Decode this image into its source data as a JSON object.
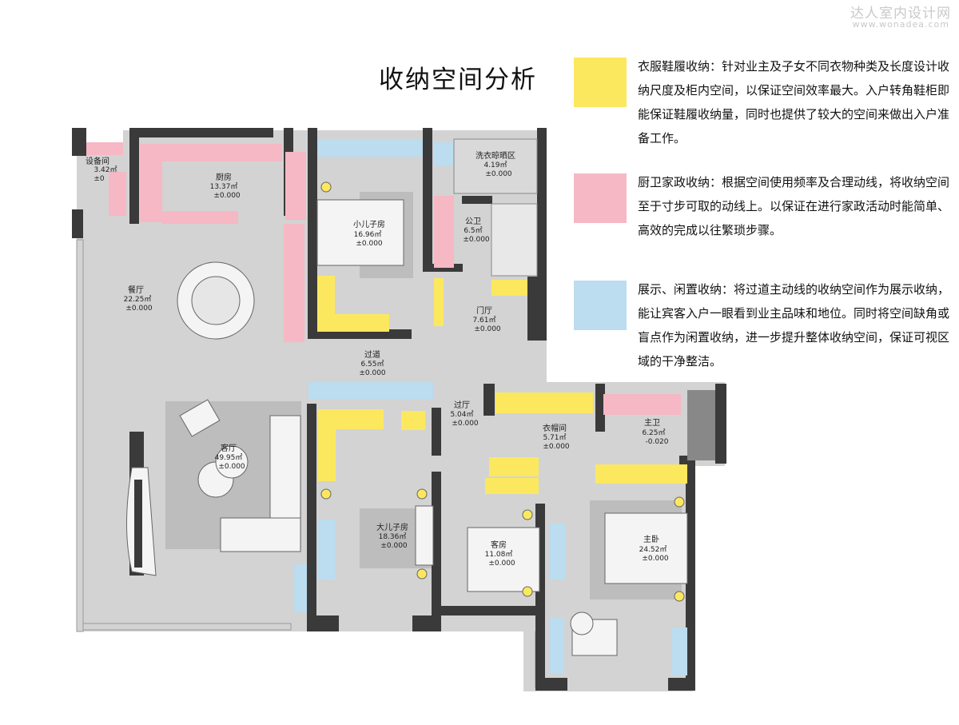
{
  "watermark": {
    "line1": "达人室内设计网",
    "line2": "www.wonadea.com"
  },
  "title": "收纳空间分析",
  "legend": [
    {
      "color": "#fbe85f",
      "name": "swatch-yellow",
      "text": "衣服鞋履收纳：针对业主及子女不同衣物种类及长度设计收纳尺度及柜内空间，以保证空间效率最大。入户转角鞋柜即能保证鞋履收纳量，同时也提供了较大的空间来做出入户准备工作。"
    },
    {
      "color": "#f5b8c4",
      "name": "swatch-pink",
      "text": "厨卫家政收纳：根据空间使用频率及合理动线，将收纳空间至于寸步可取的动线上。以保证在进行家政活动时能简单、高效的完成以往繁琐步骤。"
    },
    {
      "color": "#bcdcef",
      "name": "swatch-blue",
      "text": "展示、闲置收纳：将过道主动线的收纳空间作为展示收纳，能让宾客入户一眼看到业主品味和地位。同时将空间缺角或盲点作为闲置收纳，进一步提升整体收纳空间，保证可视区域的干净整洁。"
    }
  ],
  "rooms": [
    {
      "name": "设备间",
      "area": "3.42㎡",
      "level": "±0"
    },
    {
      "name": "厨房",
      "area": "13.37㎡",
      "level": "±0.000"
    },
    {
      "name": "小儿子房",
      "area": "16.96㎡",
      "level": "±0.000"
    },
    {
      "name": "洗衣晾晒区",
      "area": "4.19㎡",
      "level": "±0.000"
    },
    {
      "name": "公卫",
      "area": "6.5㎡",
      "level": "±0.000"
    },
    {
      "name": "餐厅",
      "area": "22.25㎡",
      "level": "±0.000"
    },
    {
      "name": "门厅",
      "area": "7.61㎡",
      "level": "±0.000"
    },
    {
      "name": "过道",
      "area": "6.55㎡",
      "level": "±0.000"
    },
    {
      "name": "过厅",
      "area": "5.04㎡",
      "level": "±0.000"
    },
    {
      "name": "衣帽间",
      "area": "5.71㎡",
      "level": "±0.000"
    },
    {
      "name": "主卫",
      "area": "6.25㎡",
      "level": "-0.020"
    },
    {
      "name": "客厅",
      "area": "49.95㎡",
      "level": "±0.000"
    },
    {
      "name": "大儿子房",
      "area": "18.36㎡",
      "level": "±0.000"
    },
    {
      "name": "客房",
      "area": "11.08㎡",
      "level": "±0.000"
    },
    {
      "name": "主卧",
      "area": "24.52㎡",
      "level": "±0.000"
    }
  ]
}
